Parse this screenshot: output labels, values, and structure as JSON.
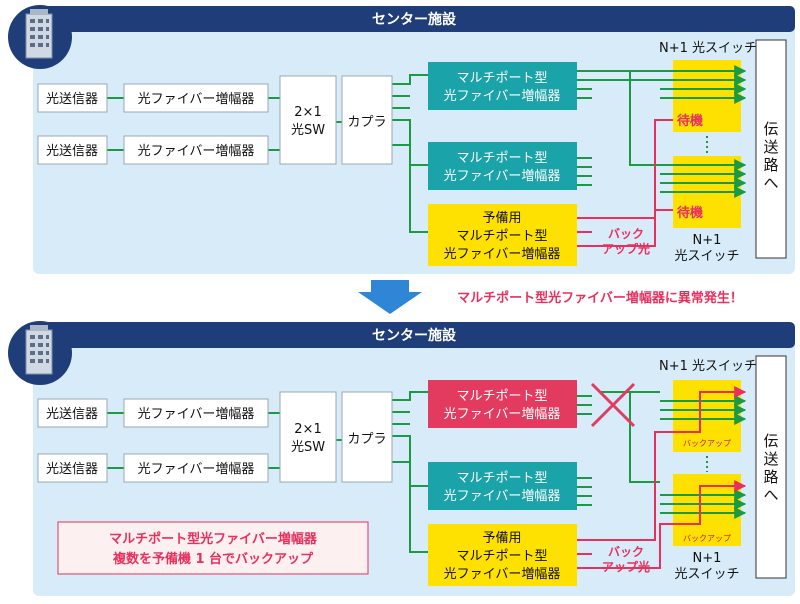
{
  "colors": {
    "navy": "#1f3d78",
    "panel": "#d7ecf8",
    "teal": "#1aa3a8",
    "yellow": "#ffe100",
    "red": "#e23b5f",
    "green": "#1a9a43",
    "pink": "#e8305f",
    "arrow": "#2f86d6"
  },
  "top": {
    "title": "センター施設",
    "tx1": "光送信器",
    "tx2": "光送信器",
    "amp1": "光ファイバー増幅器",
    "amp2": "光ファイバー増幅器",
    "sw_line1": "2×1",
    "sw_line2": "光SW",
    "coupler": "カプラ",
    "mp1_line1": "マルチポート型",
    "mp1_line2": "光ファイバー増幅器",
    "mp2_line1": "マルチポート型",
    "mp2_line2": "光ファイバー増幅器",
    "spare_line1": "予備用",
    "spare_line2": "マルチポート型",
    "spare_line3": "光ファイバー増幅器",
    "switch_top_label": "N+1 光スイッチ",
    "standby1": "待機",
    "standby2": "待機",
    "backup_line1": "バック",
    "backup_line2": "アップ光",
    "switch_bottom_line1": "N+1",
    "switch_bottom_line2": "光スイッチ",
    "trans_char1": "伝",
    "trans_char2": "送",
    "trans_char3": "路",
    "trans_char4": "へ"
  },
  "alert": "マルチポート型光ファイバー増幅器に異常発生！",
  "bottom": {
    "title": "センター施設",
    "tx1": "光送信器",
    "tx2": "光送信器",
    "amp1": "光ファイバー増幅器",
    "amp2": "光ファイバー増幅器",
    "sw_line1": "2×1",
    "sw_line2": "光SW",
    "coupler": "カプラ",
    "mp1_line1": "マルチポート型",
    "mp1_line2": "光ファイバー増幅器",
    "mp2_line1": "マルチポート型",
    "mp2_line2": "光ファイバー増幅器",
    "spare_line1": "予備用",
    "spare_line2": "マルチポート型",
    "spare_line3": "光ファイバー増幅器",
    "switch_top_label": "N+1 光スイッチ",
    "backup_tag1": "バックアップ",
    "backup_tag2": "バックアップ",
    "backup_line1": "バック",
    "backup_line2": "アップ光",
    "switch_bottom_line1": "N+1",
    "switch_bottom_line2": "光スイッチ",
    "note_line1": "マルチポート型光ファイバー増幅器",
    "note_line2": "複数を予備機 1 台でバックアップ",
    "trans_char1": "伝",
    "trans_char2": "送",
    "trans_char3": "路",
    "trans_char4": "へ"
  }
}
